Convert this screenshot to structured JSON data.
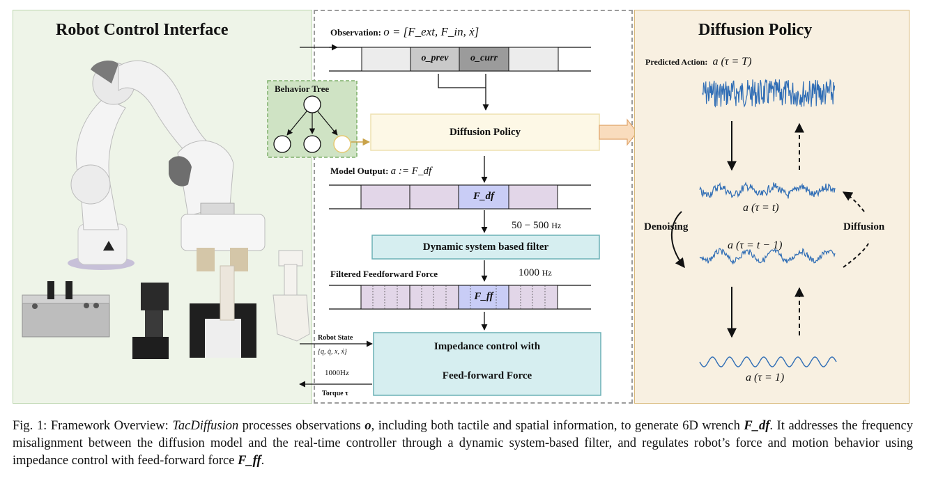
{
  "left_panel": {
    "title": "Robot Control Interface"
  },
  "middle_panel": {
    "observation_label": "Observation:",
    "observation_formula": "o = [F_ext, F_in, ẋ]",
    "obs_prev": "o_prev",
    "obs_curr": "o_curr",
    "behavior_tree_label": "Behavior Tree",
    "diffusion_policy_box": "Diffusion Policy",
    "model_output_label": "Model Output:",
    "model_output_formula": "a := F_df",
    "f_df_cell": "F_df",
    "freq_range": "50 − 500",
    "freq_range_unit": "Hz",
    "filter_box": "Dynamic system based filter",
    "filtered_label": "Filtered Feedforward Force",
    "freq_1000": "1000",
    "freq_1000_unit": "Hz",
    "f_ff_cell": "F_ff",
    "robot_state_label": "Robot State",
    "robot_state_vars": "{q, q̇, x, ẋ}",
    "state_freq": "1000Hz",
    "torque_label": "Torque τ",
    "impedance_line1": "Impedance control with",
    "impedance_line2": "Feed-forward Force"
  },
  "right_panel": {
    "title": "Diffusion Policy",
    "predicted_label": "Predicted Action:",
    "predicted_formula": "a (τ = T)",
    "denoising": "Denoising",
    "diffusion": "Diffusion",
    "a_t": "a (τ = t)",
    "a_t_minus_1": "a (τ = t − 1)",
    "a_1": "a (τ = 1)"
  },
  "colors": {
    "left_bg": "#eef4e8",
    "right_bg": "#f8f0e1",
    "cyan_box": "#d6eef0",
    "purple_cell": "#e2d6e8",
    "blue_cell": "#c9cdf6",
    "signal_blue": "#2f6db5",
    "bt_green": "#cfe3c4",
    "policy_yellow": "#fdf8e6"
  },
  "caption": {
    "lead": "Fig. 1: Framework Overview:",
    "method": "TacDiffusion",
    "text1": "processes observations",
    "sym_o": "o",
    "text2": ", including both tactile and spatial information, to generate 6D wrench",
    "sym_fdf": "F_df",
    "text3": ". It addresses the frequency misalignment between the diffusion model and the real-time controller through a dynamic system-based filter, and regulates robot’s force and motion behavior using impedance control with feed-forward force",
    "sym_fff": "F_ff",
    "end": "."
  }
}
